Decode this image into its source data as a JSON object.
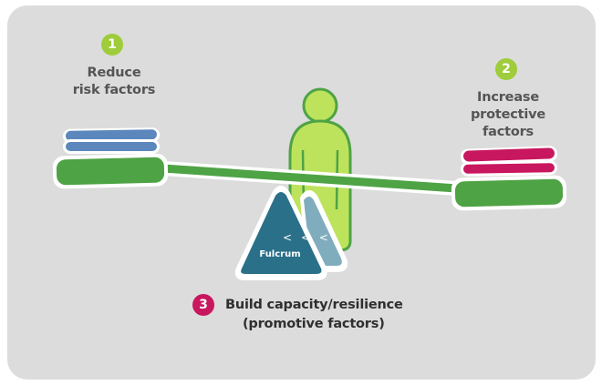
{
  "steps": [
    {
      "number": "1",
      "line1": "Reduce",
      "line2": "risk factors",
      "badge_color": "#9fcc3b"
    },
    {
      "number": "2",
      "line1": "Increase",
      "line2": "protective factors",
      "badge_color": "#9fcc3b"
    },
    {
      "number": "3",
      "line1": "Build capacity/resilience",
      "line2": "(promotive factors)",
      "badge_color": "#c8175e"
    }
  ],
  "fulcrum": {
    "label": "Fulcrum",
    "arrows": "< < <"
  },
  "colors": {
    "background_panel": "#dcdcdc",
    "seesaw": "#4ea345",
    "risk_bars": "#5b87bd",
    "protective_bars": "#c8175e",
    "person_fill": "#bde35c",
    "person_outline": "#4ea345",
    "fulcrum_front": "#2a7088",
    "fulcrum_back": "#7fadbd",
    "label_text": "#555555"
  }
}
